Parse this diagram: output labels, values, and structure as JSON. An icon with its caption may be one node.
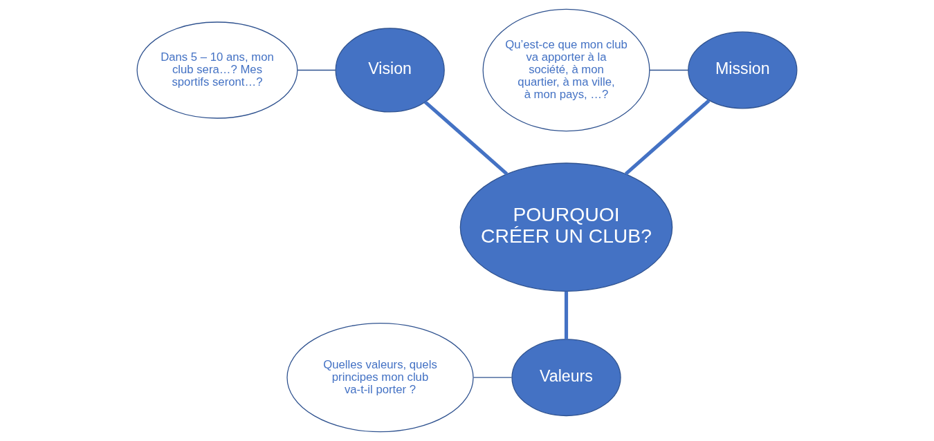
{
  "diagram": {
    "nodes": [
      {
        "text": [
          "POURQUOI",
          "CRÉER UN CLUB?"
        ]
      },
      {
        "text": [
          "Vision"
        ]
      },
      {
        "text": [
          "Mission"
        ]
      },
      {
        "text": [
          "Valeurs"
        ]
      },
      {
        "text": [
          "Dans 5 – 10 ans, mon club sera…? Mes sportifs seront…?"
        ]
      },
      {
        "text": [
          "Qu’est-ce que mon club va apporter à la société, à mon quartier, à ma ville, à mon pays, …?"
        ]
      },
      {
        "text": [
          "Quelles valeurs, quels principes mon club va-t-il porter ?"
        ]
      }
    ],
    "edges": [
      {
        "from": 0,
        "to": 1,
        "arrow": "none",
        "style": "thick"
      },
      {
        "from": 0,
        "to": 2,
        "arrow": "none",
        "style": "thick"
      },
      {
        "from": 0,
        "to": 3,
        "arrow": "none",
        "style": "thick"
      },
      {
        "from": 4,
        "to": 1,
        "arrow": "none",
        "color": "#2f528f"
      },
      {
        "from": 5,
        "to": 2,
        "arrow": "none",
        "color": "#2f528f"
      },
      {
        "from": 6,
        "to": 3,
        "arrow": "none",
        "color": "#2f528f"
      }
    ]
  }
}
